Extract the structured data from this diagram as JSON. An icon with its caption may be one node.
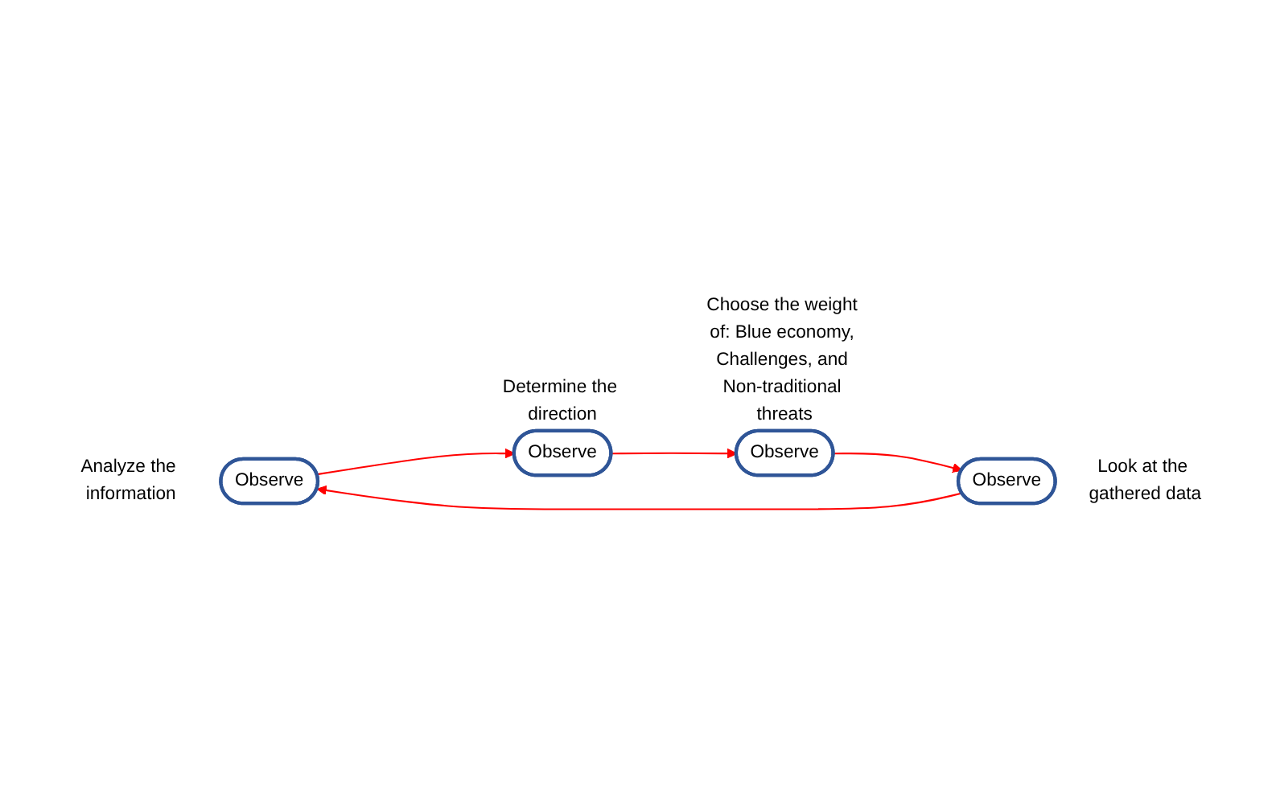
{
  "diagram": {
    "nodes": [
      {
        "text": [
          "Observe"
        ],
        "beside": [
          "Analyze the information"
        ]
      },
      {
        "text": [
          "Observe"
        ],
        "beside": [
          "Look at the gathered data"
        ]
      },
      {
        "text": [
          "Observe"
        ],
        "beside": [
          "Determine the direction"
        ]
      },
      {
        "text": [
          "Observe"
        ],
        "beside": [
          "Choose the weight of: Blue economy, Challenges, and Non-traditional threats"
        ]
      }
    ],
    "edges": [
      {
        "from": 0,
        "to": 2,
        "arrow": "to"
      },
      {
        "from": 2,
        "to": 3,
        "arrow": "to"
      },
      {
        "from": 3,
        "to": 1,
        "arrow": "to"
      },
      {
        "from": 1,
        "to": 0,
        "arrow": "to"
      }
    ]
  }
}
